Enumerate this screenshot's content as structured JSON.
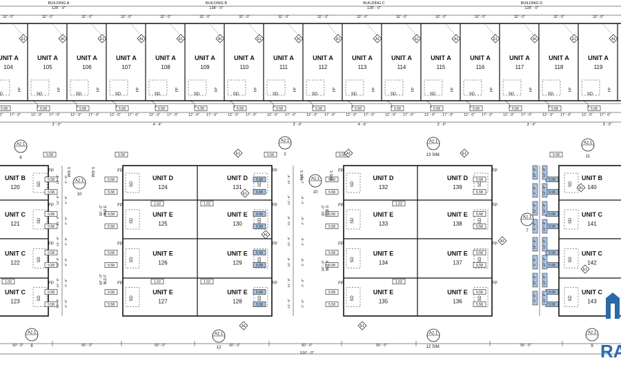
{
  "colors": {
    "line": "#111111",
    "dim_fill": "#a9c4e4",
    "logo": "#2a6aa8"
  },
  "top": {
    "buildings": [
      {
        "name": "BUILDING A",
        "width": "128' - 0\""
      },
      {
        "name": "BUILDING B",
        "width": "128' - 0\""
      },
      {
        "name": "BUILDING C",
        "width": "128' - 0\""
      },
      {
        "name": "BUILDING D",
        "width": "128' - 0\""
      }
    ],
    "bay_dim": "32' - 0\"",
    "units": [
      "104",
      "105",
      "106",
      "107",
      "108",
      "109",
      "110",
      "111",
      "112",
      "113",
      "114",
      "115",
      "116",
      "117",
      "118",
      "119"
    ],
    "unit_type": "UNIT A",
    "sd": "SD",
    "fp": "FP",
    "sill": "5.58",
    "front_dims": [
      "12' - 0\"",
      "17' - 0\""
    ],
    "gap_dims": [
      "3' - 0\"",
      "4' - 6\"",
      "3' - 0\"",
      "4' - 6\"",
      "3' - 0\"",
      "3' - 0\"",
      "3' - 0\""
    ],
    "tags": [
      "E1",
      "A1"
    ]
  },
  "bottom": {
    "rows": [
      {
        "units": [
          {
            "type": "UNIT B",
            "num": "120"
          },
          {
            "type": "UNIT D",
            "num": "124"
          },
          {
            "type": "UNIT D",
            "num": "131"
          },
          {
            "type": "UNIT D",
            "num": "132"
          },
          {
            "type": "UNIT D",
            "num": "139"
          },
          {
            "type": "UNIT B",
            "num": "140"
          }
        ]
      },
      {
        "units": [
          {
            "type": "UNIT C",
            "num": "121"
          },
          {
            "type": "UNIT E",
            "num": "125"
          },
          {
            "type": "UNIT E",
            "num": "130"
          },
          {
            "type": "UNIT E",
            "num": "133"
          },
          {
            "type": "UNIT E",
            "num": "138"
          },
          {
            "type": "UNIT C",
            "num": "141"
          }
        ]
      },
      {
        "units": [
          {
            "type": "UNIT C",
            "num": "122"
          },
          {
            "type": "UNIT E",
            "num": "126"
          },
          {
            "type": "UNIT E",
            "num": "129"
          },
          {
            "type": "UNIT E",
            "num": "134"
          },
          {
            "type": "UNIT E",
            "num": "137"
          },
          {
            "type": "UNIT C",
            "num": "142"
          }
        ]
      },
      {
        "units": [
          {
            "type": "UNIT C",
            "num": "123"
          },
          {
            "type": "UNIT E",
            "num": "127"
          },
          {
            "type": "UNIT E",
            "num": "128"
          },
          {
            "type": "UNIT E",
            "num": "135"
          },
          {
            "type": "UNIT E",
            "num": "136"
          },
          {
            "type": "UNIT C",
            "num": "143"
          }
        ]
      }
    ],
    "section_markers": [
      {
        "sheet": "A2.1",
        "num": "6"
      },
      {
        "sheet": "A2.1",
        "num": "2"
      },
      {
        "sheet": "A2.1",
        "num": "10"
      },
      {
        "sheet": "A2.1",
        "num": "10"
      },
      {
        "sheet": "A2.1",
        "num": "13 SIM."
      },
      {
        "sheet": "A2.1",
        "num": "11"
      },
      {
        "sheet": "A2.1",
        "num": "7"
      },
      {
        "sheet": "A2.1",
        "num": "8"
      },
      {
        "sheet": "A2.1",
        "num": "12"
      },
      {
        "sheet": "A2.1",
        "num": "12 SIM."
      },
      {
        "sheet": "A2.1",
        "num": "9"
      }
    ],
    "bldg_labels": [
      "BLD E",
      "BLD F",
      "BLD G",
      "BLD H"
    ],
    "vertical_dims": [
      "60' - 0\"",
      "64' - 0\"",
      "14' - 6\"",
      "3' - 0\"",
      "12' - 6\""
    ],
    "side_labels": [
      "5 SIM.",
      "3 SIM.",
      "5 SIM."
    ],
    "small_tags": [
      "1.02",
      "5.58"
    ],
    "bottom_dims": [
      "50' - 0\"",
      "60' - 0\"",
      "60' - 0\"",
      "60' - 0\"",
      "60' - 0\"",
      "60' - 0\"",
      "56' - 0\""
    ],
    "overall_dim": "516' - 0\""
  },
  "logo": {
    "text": "RA"
  }
}
